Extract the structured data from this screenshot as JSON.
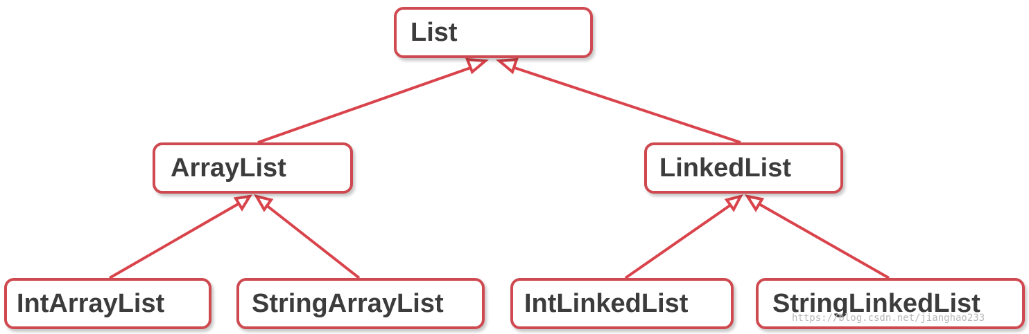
{
  "diagram": {
    "nodes": {
      "list": "List",
      "arraylist": "ArrayList",
      "linkedlist": "LinkedList",
      "intarraylist": "IntArrayList",
      "stringarraylist": "StringArrayList",
      "intlinkedlist": "IntLinkedList",
      "stringlinkedlist": "StringLinkedList"
    },
    "edges": [
      {
        "from": "ArrayList",
        "to": "List"
      },
      {
        "from": "LinkedList",
        "to": "List"
      },
      {
        "from": "IntArrayList",
        "to": "ArrayList"
      },
      {
        "from": "StringArrayList",
        "to": "ArrayList"
      },
      {
        "from": "IntLinkedList",
        "to": "LinkedList"
      },
      {
        "from": "StringLinkedList",
        "to": "LinkedList"
      }
    ],
    "colors": {
      "border": "#cf4a50",
      "edge": "#d9434b",
      "text": "#3c3c3c"
    }
  },
  "watermark": "https://blog.csdn.net/jianghao233"
}
